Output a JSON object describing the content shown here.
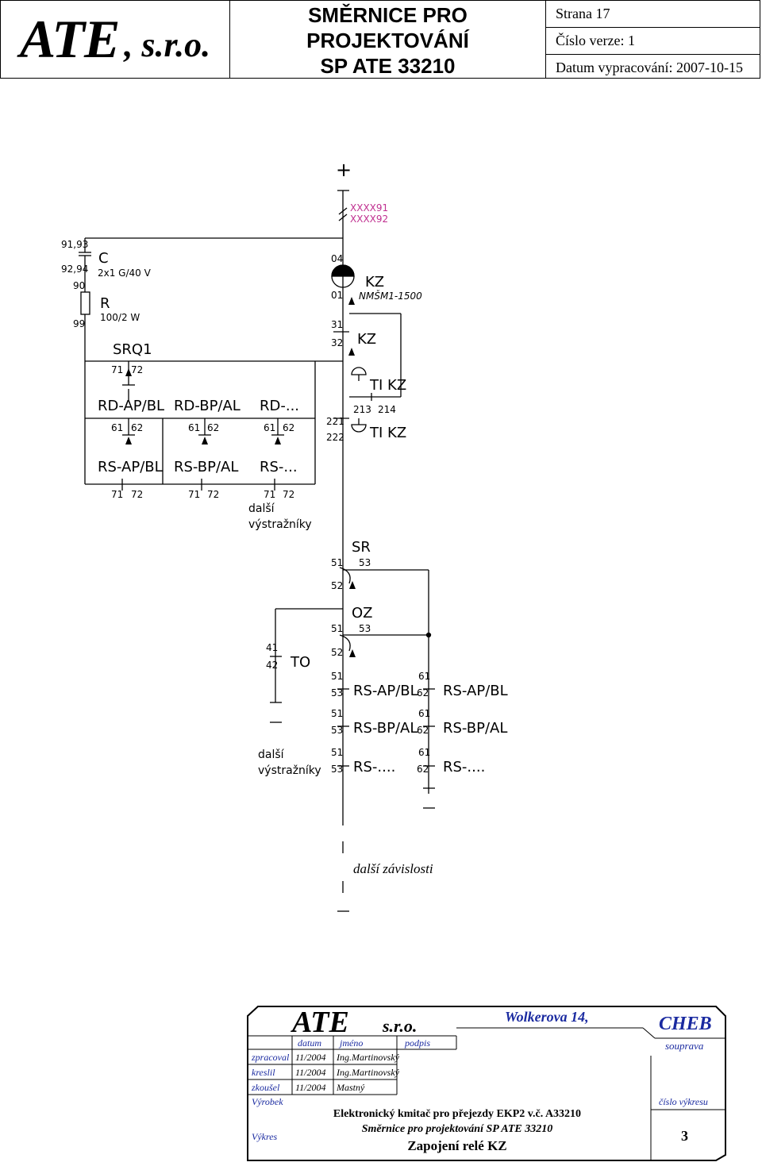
{
  "header": {
    "company_main": "ATE",
    "company_suffix": ", s.r.o.",
    "title_line1": "SMĚRNICE PRO",
    "title_line2": "PROJEKTOVÁNÍ",
    "title_line3": "SP ATE  33210",
    "page": "Strana 17",
    "version": "Číslo verze: 1",
    "date": "Datum vypracování: 2007-10-15"
  },
  "diagram": {
    "plus": "+",
    "minus": "—",
    "xxxx91": "XXXX91",
    "xxxx92": "XXXX92",
    "c_terms1": "91,93",
    "c_terms2": "92,94",
    "c_name": "C",
    "c_value": "2x1 G/40 V",
    "r_t1": "90",
    "r_t2": "99",
    "r_name": "R",
    "r_value": "100/2 W",
    "srq1": "SRQ1",
    "t71": "71",
    "t72": "72",
    "t61": "61",
    "t62": "62",
    "rd_apbl": "RD-AP/BL",
    "rd_bpal": "RD-BP/AL",
    "rd_dots": "RD-...",
    "rs_apbl": "RS-AP/BL",
    "rs_bpal": "RS-BP/AL",
    "rs_dots": "RS-...",
    "rs_dots2": "RS-....",
    "dalsi": "další",
    "vystrazniky": "výstražníky",
    "t04": "04",
    "t01": "01",
    "kz": "KZ",
    "kz_type": "NMŠM1-1500",
    "t31": "31",
    "t32": "32",
    "ti_kz": "TI KZ",
    "t213": "213",
    "t214": "214",
    "t221": "221",
    "t222": "222",
    "sr": "SR",
    "t51": "51",
    "t52": "52",
    "t53": "53",
    "oz": "OZ",
    "t41": "41",
    "t42": "42",
    "to": "TO",
    "dalsi_zavislosti": "další závislosti"
  },
  "titleblock": {
    "ate": "ATE",
    "sro": "s.r.o.",
    "address": "Wolkerova 14,",
    "city": "CHEB",
    "col_datum": "datum",
    "col_jmeno": "jméno",
    "col_podpis": "podpis",
    "souprava": "souprava",
    "r1_label": "zpracoval",
    "r1_date": "11/2004",
    "r1_name": "Ing.Martinovský",
    "r2_label": "kreslil",
    "r2_date": "11/2004",
    "r2_name": "Ing.Martinovský",
    "r3_label": "zkoušel",
    "r3_date": "11/2004",
    "r3_name": "Mastný",
    "vyrobek": "Výrobek",
    "cislo_vykresu": "číslo výkresu",
    "product": "Elektronický kmitač pro přejezdy EKP2 v.č. A33210",
    "doc": "Směrnice pro projektování SP ATE 33210",
    "vykres": "Výkres",
    "drawing": "Zapojení relé KZ",
    "number": "3"
  }
}
